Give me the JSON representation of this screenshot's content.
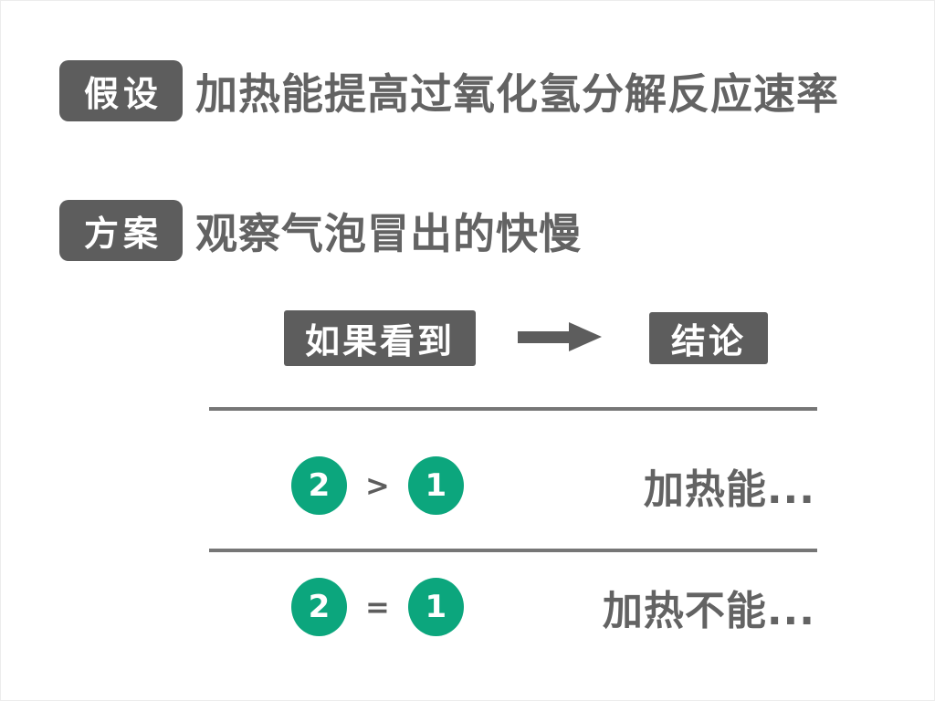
{
  "colors": {
    "badge_gray": "#5d5d5d",
    "text_gray": "#636363",
    "accent_green": "#0ca67d",
    "line_gray": "#767676"
  },
  "hypothesis": {
    "label": "假设",
    "text": "加热能提高过氧化氢分解反应速率"
  },
  "plan": {
    "label": "方案",
    "text": "观察气泡冒出的快慢"
  },
  "decision": {
    "if_seen_label": "如果看到",
    "conclusion_label": "结论",
    "rows": [
      {
        "left": "2",
        "op": ">",
        "right": "1",
        "outcome": "加热能..."
      },
      {
        "left": "2",
        "op": "=",
        "right": "1",
        "outcome": "加热不能..."
      }
    ]
  }
}
